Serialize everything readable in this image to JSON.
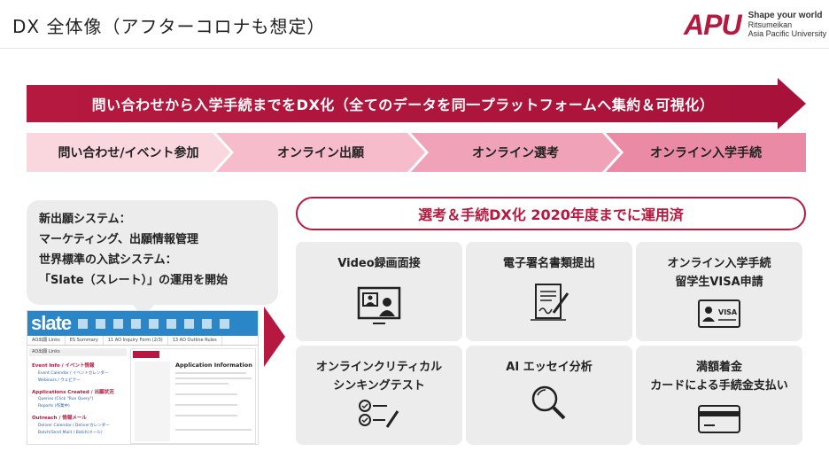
{
  "header": {
    "title": "DX 全体像（アフターコロナも想定）",
    "logo": {
      "mark": "APU",
      "tagline": "Shape your world",
      "org_line1": "Ritsumeikan",
      "org_line2": "Asia Pacific University"
    }
  },
  "banner": {
    "text": "問い合わせから入学手続までをDX化（全てのデータを同一プラットフォームへ集約＆可視化）"
  },
  "steps": [
    {
      "label": "問い合わせ/イベント参加"
    },
    {
      "label": "オンライン出願"
    },
    {
      "label": "オンライン選考"
    },
    {
      "label": "オンライン入学手続"
    }
  ],
  "left_box": {
    "lines": [
      "新出願システム：",
      "マーケティング、出願情報管理",
      "世界標準の入試システム：",
      "「Slate（スレート）」の運用を開始"
    ]
  },
  "slate": {
    "logo": "slate",
    "tabs": [
      "AO出願 Links",
      "ES Summary",
      "11 AO Inquiry Form (2/3)",
      "13 AO Outline Rules"
    ],
    "panel_title": "AO出願 Links",
    "sections": [
      {
        "title": "Event Info / イベント情報",
        "links": [
          "Event Calendar / イベントカレンダー",
          "Webinars / ウェビナー"
        ]
      },
      {
        "title": "Applications Created / 出願状況",
        "links": [
          "Queries (Click \"Run Query\")",
          "Reports (作業中)"
        ]
      },
      {
        "title": "Outreach / 情報メール",
        "links": [
          "Deliver Calendar / Deliverカレンダー",
          "Batch(Send Mail) / Batch(メール)"
        ]
      }
    ],
    "app_title": "Application Information"
  },
  "pill": {
    "text": "選考＆手続DX化 2020年度までに運用済"
  },
  "cards": [
    {
      "label": "Video録画面接",
      "icon": "video-interview-icon"
    },
    {
      "label": "電子署名書類提出",
      "icon": "signed-document-icon"
    },
    {
      "label": "オンライン入学手続\n留学生VISA申請",
      "icon": "visa-card-icon"
    },
    {
      "label": "オンラインクリティカル\nシンキングテスト",
      "icon": "checklist-icon"
    },
    {
      "label": "AI エッセイ分析",
      "icon": "magnifier-icon"
    },
    {
      "label": "満額着金\nカードによる手続金支払い",
      "icon": "credit-card-icon"
    }
  ],
  "colors": {
    "accent": "#b5193f",
    "card_bg": "#ececec",
    "step1": "#fad7df",
    "step2": "#f6bccb",
    "step3": "#f0a3b8",
    "step4": "#ea8aa5"
  },
  "visa_label": "VISA"
}
